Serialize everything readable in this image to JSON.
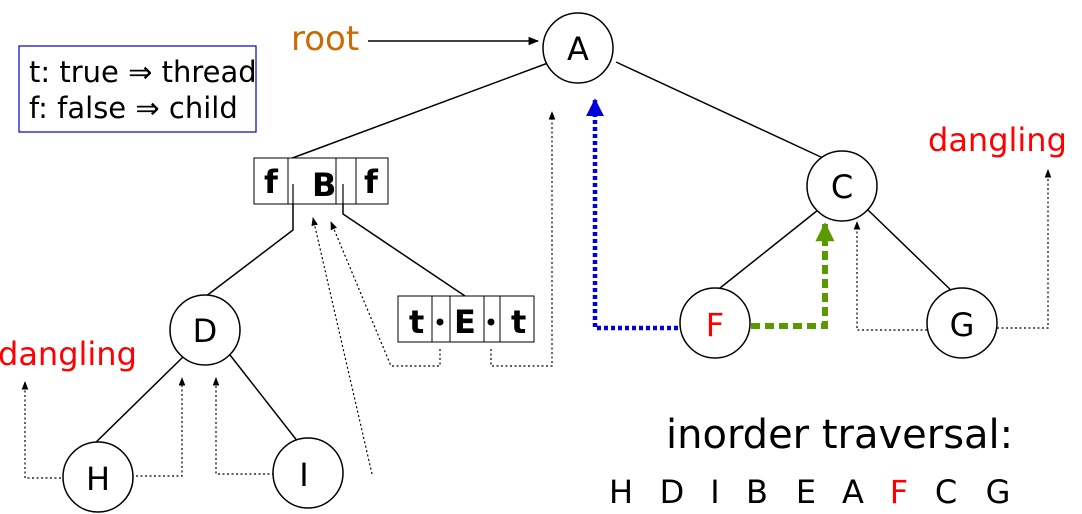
{
  "legend": {
    "line1": "t: true ⇒ thread",
    "line2": "f: false ⇒ child"
  },
  "root_label": "root",
  "nodes": {
    "A": "A",
    "C": "C",
    "D": "D",
    "F": "F",
    "G": "G",
    "H": "H",
    "I": "I"
  },
  "node_B": {
    "left_flag": "f",
    "data": "B",
    "right_flag": "f"
  },
  "node_E": {
    "left_flag": "t",
    "data": "E",
    "right_flag": "t"
  },
  "dangling_left": "dangling",
  "dangling_right": "dangling",
  "traversal": {
    "title": "inorder traversal:",
    "sequence": [
      "H",
      "D",
      "I",
      "B",
      "E",
      "A",
      "F",
      "C",
      "G"
    ],
    "highlight": "F"
  },
  "colors": {
    "root": "#cc6a00",
    "dangling": "#ff0000",
    "highlight": "#ff0000",
    "legend_border": "#0000cc",
    "blue_thread": "#0000dd",
    "green_thread": "#5a9a00"
  }
}
